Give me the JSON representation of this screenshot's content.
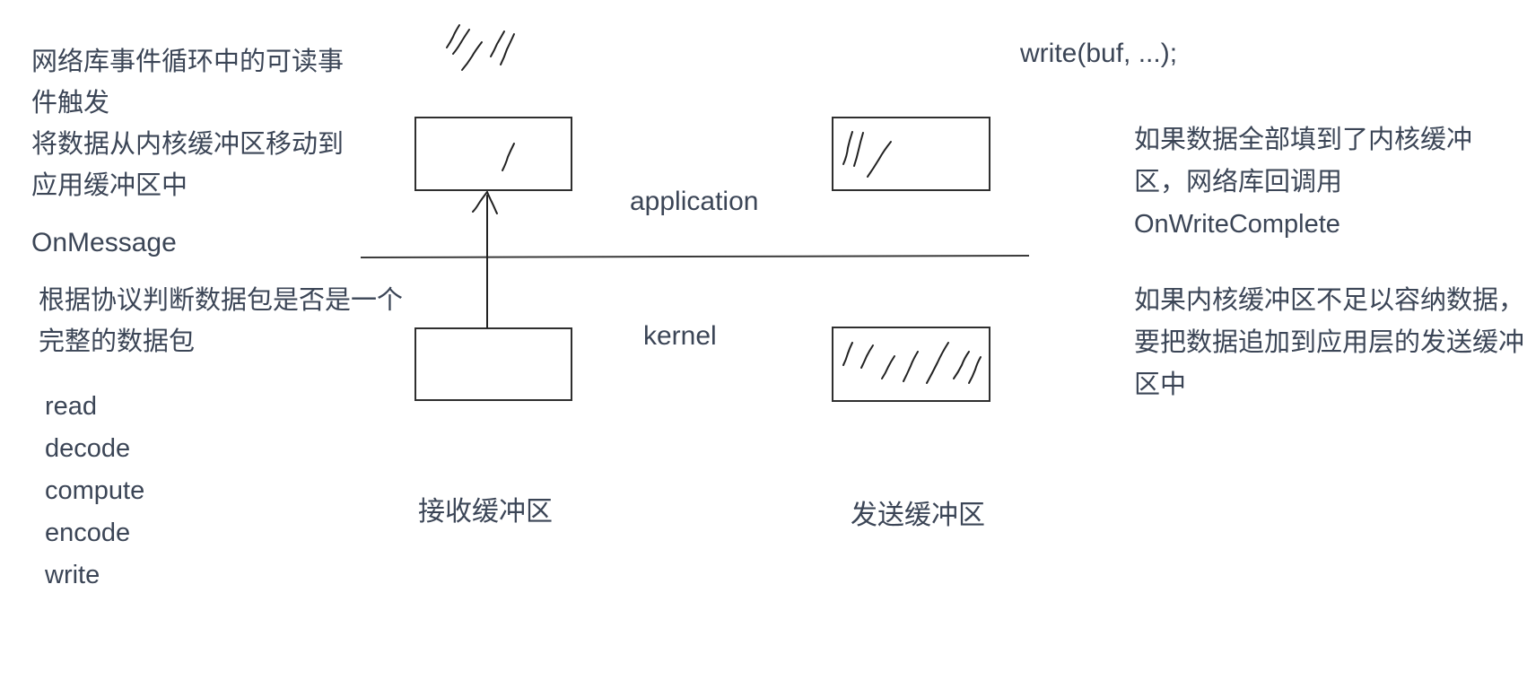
{
  "colors": {
    "text": "#3b4556",
    "stroke": "#2f2f2f",
    "background": "#ffffff"
  },
  "icons": {
    "data_hatch_glyph": "/"
  },
  "left": {
    "readable_event_note": {
      "lines": [
        "网络库事件循环中的可读事",
        "件触发",
        "将数据从内核缓冲区移动到",
        "应用缓冲区中"
      ]
    },
    "on_message": "OnMessage",
    "protocol_note": {
      "lines": [
        "根据协议判断数据包是否是一个",
        "完整的数据包"
      ]
    },
    "steps": [
      "read",
      "decode",
      "compute",
      "encode",
      "write"
    ]
  },
  "center": {
    "application_label": "application",
    "kernel_label": "kernel",
    "receive_buffer_label": "接收缓冲区",
    "send_buffer_label": "发送缓冲区"
  },
  "right": {
    "write_call": "write(buf, ...);",
    "write_complete_note": {
      "lines": [
        "如果数据全部填到了内核缓冲",
        "区，网络库回调用",
        "OnWriteComplete"
      ]
    },
    "overflow_note": {
      "lines": [
        "如果内核缓冲区不足以容纳数据，",
        "要把数据追加到应用层的发送缓冲",
        "区中"
      ]
    }
  }
}
